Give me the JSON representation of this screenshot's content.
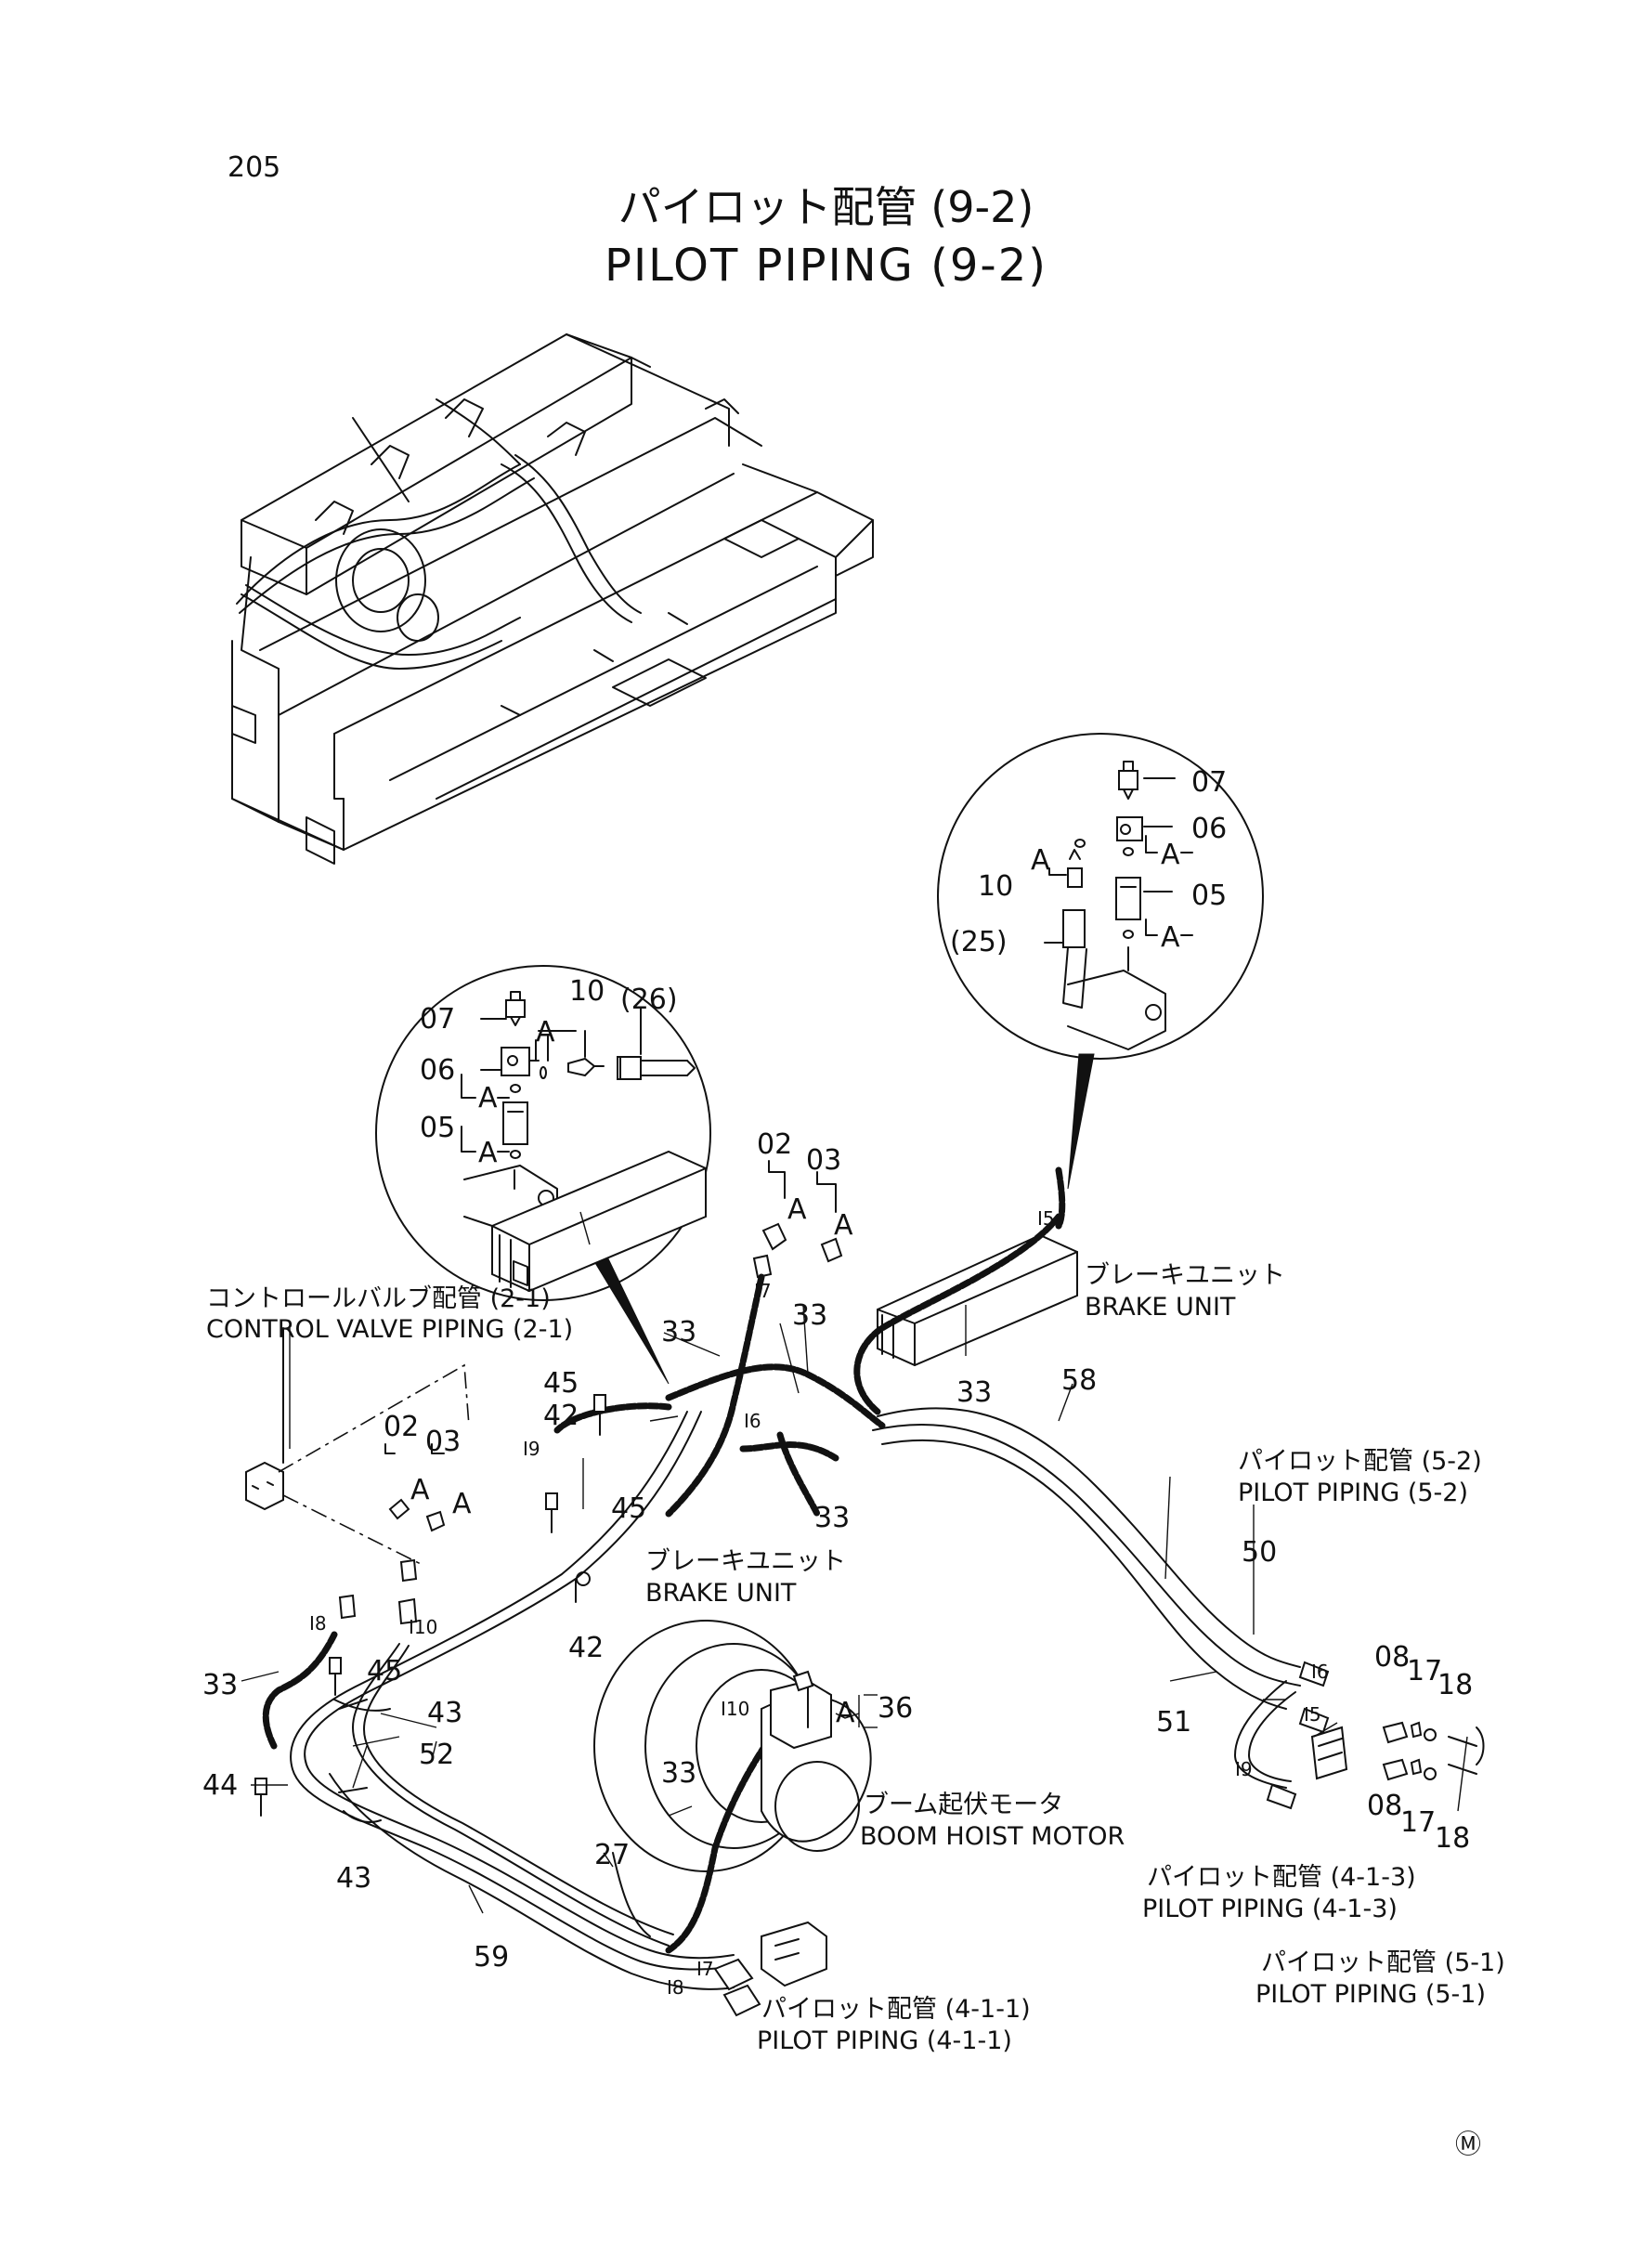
{
  "page_number": "205",
  "title_jp": "パイロット配管 (9-2)",
  "title_en": "PILOT PIPING (9-2)",
  "refs": {
    "control_valve_jp": "コントロールバルブ配管 (2-1)",
    "control_valve_en": "CONTROL VALVE PIPING (2-1)",
    "pilot_5_2_jp": "パイロット配管 (5-2)",
    "pilot_5_2_en": "PILOT PIPING (5-2)",
    "pilot_4_1_3_jp": "パイロット配管 (4-1-3)",
    "pilot_4_1_3_en": "PILOT PIPING (4-1-3)",
    "pilot_5_1_jp": "パイロット配管 (5-1)",
    "pilot_5_1_en": "PILOT PIPING (5-1)",
    "pilot_4_1_1_jp": "パイロット配管 (4-1-1)",
    "pilot_4_1_1_en": "PILOT PIPING (4-1-1)"
  },
  "components": {
    "brake_unit_jp": "ブレーキユニット",
    "brake_unit_en": "BRAKE UNIT",
    "boom_hoist_jp": "ブーム起伏モータ",
    "boom_hoist_en": "BOOM HOIST MOTOR"
  },
  "detail_left": {
    "p07": "07",
    "p06": "06",
    "p05": "05",
    "p10": "10",
    "p26": "(26)",
    "a1": "A",
    "a2": "A",
    "a3": "A"
  },
  "detail_right": {
    "p07": "07",
    "p06": "06",
    "p05": "05",
    "p10": "10",
    "p25": "(25)",
    "a1": "A",
    "a2": "A",
    "a3": "A"
  },
  "part_numbers": {
    "n02a": "02",
    "n03a": "03",
    "aa1": "A",
    "aa2": "A",
    "n02b": "02",
    "n03b": "03",
    "ab1": "A",
    "ab2": "A",
    "n33a": "33",
    "n33b": "33",
    "n33c": "33",
    "n33d": "33",
    "n33e": "33",
    "n33f": "33",
    "n45a": "45",
    "n42a": "42",
    "n45b": "45",
    "n42b": "42",
    "n45c": "45",
    "n43a": "43",
    "n43b": "43",
    "n44": "44",
    "n52": "52",
    "n59": "59",
    "n27": "27",
    "n36": "36",
    "a36": "A",
    "n58": "58",
    "n50": "50",
    "n51": "51",
    "n08a": "08",
    "n17a": "17",
    "n18a": "18",
    "n08b": "08",
    "n17b": "17",
    "n18b": "18",
    "i5a": "I5",
    "i5b": "I5",
    "i6a": "I6",
    "i6b": "I6",
    "i7a": "I7",
    "i7b": "I7",
    "i8a": "I8",
    "i8b": "I8",
    "i9a": "I9",
    "i9b": "I9",
    "i10a": "I10",
    "i10b": "I10"
  },
  "corner_mark": "Ⓜ"
}
